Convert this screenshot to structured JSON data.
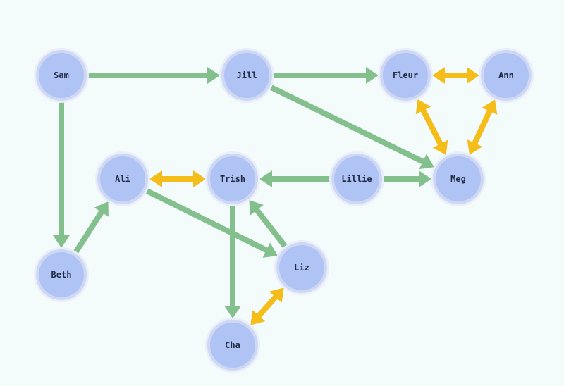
{
  "colors": {
    "background": "#f3fbfb",
    "node_fill": "#b0c3f5",
    "node_ring": "#cfd8f3",
    "node_ring_outer": "#e8eefb",
    "directed_edge": "#84c08e",
    "mutual_edge": "#f4bd1a"
  },
  "nodes": [
    {
      "id": "sam",
      "label": "Sam"
    },
    {
      "id": "jill",
      "label": "Jill"
    },
    {
      "id": "fleur",
      "label": "Fleur"
    },
    {
      "id": "ann",
      "label": "Ann"
    },
    {
      "id": "ali",
      "label": "Ali"
    },
    {
      "id": "trish",
      "label": "Trish"
    },
    {
      "id": "lillie",
      "label": "Lillie"
    },
    {
      "id": "meg",
      "label": "Meg"
    },
    {
      "id": "beth",
      "label": "Beth"
    },
    {
      "id": "liz",
      "label": "Liz"
    },
    {
      "id": "cha",
      "label": "Cha"
    }
  ],
  "edges": [
    {
      "from": "sam",
      "to": "jill",
      "kind": "directed"
    },
    {
      "from": "sam",
      "to": "beth",
      "kind": "directed"
    },
    {
      "from": "jill",
      "to": "fleur",
      "kind": "directed"
    },
    {
      "from": "jill",
      "to": "meg",
      "kind": "directed"
    },
    {
      "from": "fleur",
      "to": "ann",
      "kind": "mutual"
    },
    {
      "from": "fleur",
      "to": "meg",
      "kind": "mutual"
    },
    {
      "from": "ann",
      "to": "meg",
      "kind": "mutual"
    },
    {
      "from": "lillie",
      "to": "trish",
      "kind": "directed"
    },
    {
      "from": "lillie",
      "to": "meg",
      "kind": "directed"
    },
    {
      "from": "ali",
      "to": "trish",
      "kind": "mutual"
    },
    {
      "from": "ali",
      "to": "liz",
      "kind": "directed"
    },
    {
      "from": "beth",
      "to": "ali",
      "kind": "directed"
    },
    {
      "from": "trish",
      "to": "cha",
      "kind": "directed"
    },
    {
      "from": "liz",
      "to": "trish",
      "kind": "directed"
    },
    {
      "from": "liz",
      "to": "cha",
      "kind": "mutual"
    }
  ]
}
